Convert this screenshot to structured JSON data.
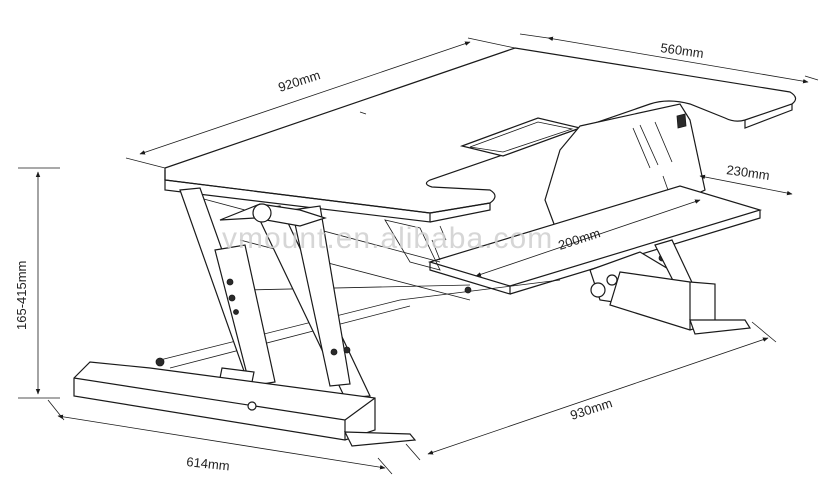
{
  "diagram": {
    "dimensions": {
      "top_length": "920mm",
      "top_depth": "560mm",
      "keyboard_depth": "230mm",
      "keyboard_width": "200mm",
      "height_range": "165-415mm",
      "base_depth": "614mm",
      "base_length": "930mm"
    },
    "watermark": "vmount.en.alibaba.com"
  }
}
